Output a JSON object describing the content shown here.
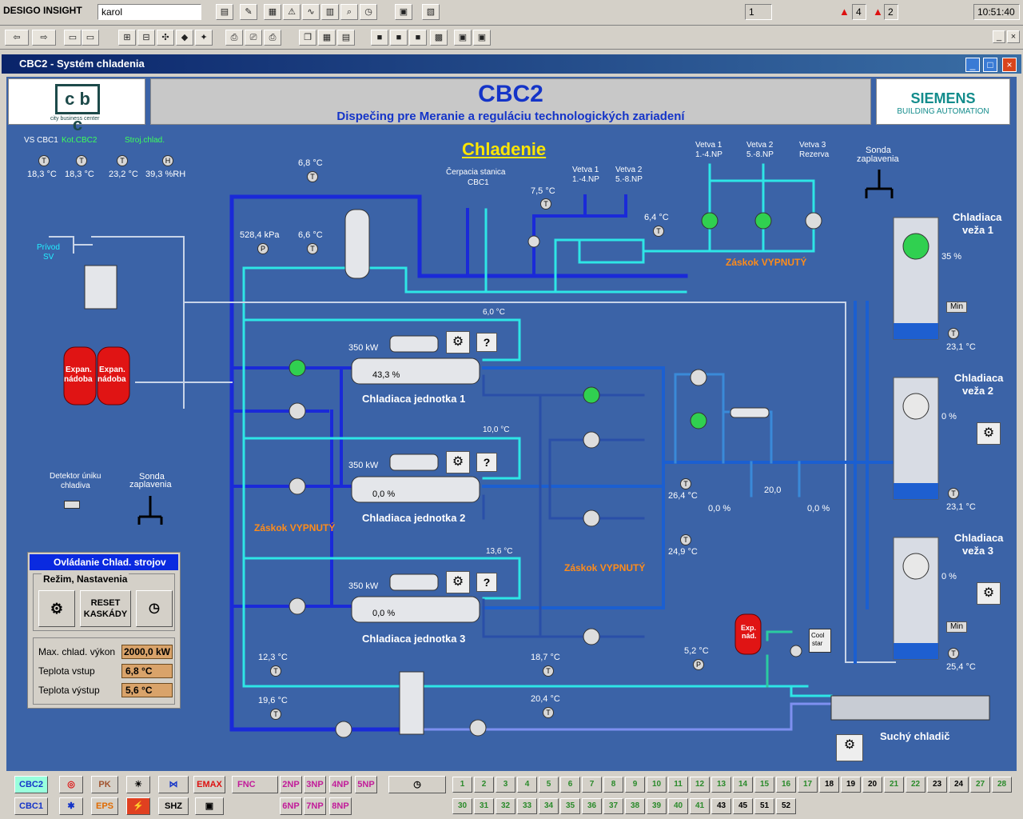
{
  "topbar": {
    "app": "DESIGO INSIGHT",
    "user": "karol",
    "pages": "1",
    "alarms1": "4",
    "alarms2": "2",
    "time": "10:51:40"
  },
  "window": {
    "title": "CBC2 - Systém chladenia"
  },
  "header": {
    "logo_text": "city business center",
    "title": "CBC2",
    "subtitle": "Dispečing pre Meranie a reguláciu technologických zariadení",
    "brand": "SIEMENS",
    "brand_sub": "BUILDING AUTOMATION"
  },
  "section_title": "Chladenie",
  "sensors_top": {
    "l1": "VS CBC1",
    "l2": "Kot.CBC2",
    "l3": "Stroj.chlad.",
    "t1": "18,3 °C",
    "t2": "18,3 °C",
    "t3": "23,2 °C",
    "h1": "39,3 %RH"
  },
  "labels": {
    "t_top": "6,8 °C",
    "pressure": "528,4 kPa",
    "t_66": "6,6 °C",
    "pump_station": "Čerpacia stanica",
    "pump_station2": "CBC1",
    "t_75": "7,5 °C",
    "vetva1": "Vetva 1",
    "vetva1b": "1.-4.NP",
    "vetva2": "Vetva 2",
    "vetva2b": "5.-8.NP",
    "t_64": "6,4 °C",
    "vetva1r": "Vetva 1",
    "vetva1rb": "1.-4.NP",
    "vetva2r": "Vetva 2",
    "vetva2rb": "5.-8.NP",
    "vetva3": "Vetva 3",
    "vetva3b": "Rezerva",
    "sonda": "Sonda",
    "sonda2": "zaplavenia",
    "zaskok1": "Záskok VYPNUTÝ",
    "privod": "Prívod",
    "privod2": "SV",
    "t_60": "6,0 °C",
    "kw1": "350 kW",
    "pct1": "43,3 %",
    "unit1": "Chladiaca jednotka 1",
    "expan": "Expan.",
    "nadoba": "nádoba",
    "t_100": "10,0 °C",
    "kw2": "350 kW",
    "pct2": "0,0 %",
    "unit2": "Chladiaca jednotka 2",
    "detektor": "Detektor úniku",
    "detektor2": "chladiva",
    "sondaL": "Sonda",
    "sondaL2": "zaplavenia",
    "zaskok2": "Záskok VYPNUTÝ",
    "t_136": "13,6 °C",
    "kw3": "350 kW",
    "pct3": "0,0 %",
    "unit3": "Chladiaca jednotka 3",
    "zaskok3": "Záskok VYPNUTÝ",
    "t_264": "26,4 °C",
    "t_249": "24,9 °C",
    "pct_v1": "0,0 %",
    "v200": "20,0",
    "pct_v2": "0,0 %",
    "t_123": "12,3 °C",
    "t_187": "18,7 °C",
    "t_52": "5,2 °C",
    "t_196": "19,6 °C",
    "t_204": "20,4 °C",
    "expnad": "Exp.",
    "expnad2": "nád.",
    "cool": "Cool",
    "cool2": "star",
    "dry": "Suchý chladič",
    "tow1": "Chladiaca",
    "tow1b": "veža 1",
    "tow1p": "35 %",
    "tow1t": "23,1 °C",
    "tow2": "Chladiaca",
    "tow2b": "veža 2",
    "tow2p": "0 %",
    "tow2t": "23,1 °C",
    "tow3": "Chladiaca",
    "tow3b": "veža 3",
    "tow3p": "0 %",
    "tow3t": "25,4 °C",
    "min": "Min",
    "min2": "Min"
  },
  "control": {
    "title": "Ovládanie Chlad. strojov",
    "group": "Režim, Nastavenia",
    "reset": "RESET",
    "reset2": "KASKÁDY",
    "row1": "Max. chlad. výkon",
    "val1": "2000,0 kW",
    "row2": "Teplota vstup",
    "val2": "6,8 °C",
    "row3": "Teplota výstup",
    "val3": "5,6 °C"
  },
  "bottom": {
    "row1": [
      "CBC2",
      "PK",
      "EMAX",
      "FNC",
      "2NP",
      "3NP",
      "4NP",
      "5NP"
    ],
    "row2": [
      "CBC1",
      "EPS",
      "SHZ",
      "6NP",
      "7NP",
      "8NP"
    ],
    "nums1": [
      "1",
      "2",
      "3",
      "4",
      "5",
      "6",
      "7",
      "8",
      "9",
      "10",
      "11",
      "12",
      "13",
      "14",
      "15",
      "16",
      "17",
      "18",
      "19",
      "20",
      "21",
      "22",
      "23",
      "24",
      "27",
      "28"
    ],
    "nums2": [
      "30",
      "31",
      "32",
      "33",
      "34",
      "35",
      "36",
      "37",
      "38",
      "39",
      "40",
      "41",
      "43",
      "45",
      "51",
      "52"
    ]
  }
}
